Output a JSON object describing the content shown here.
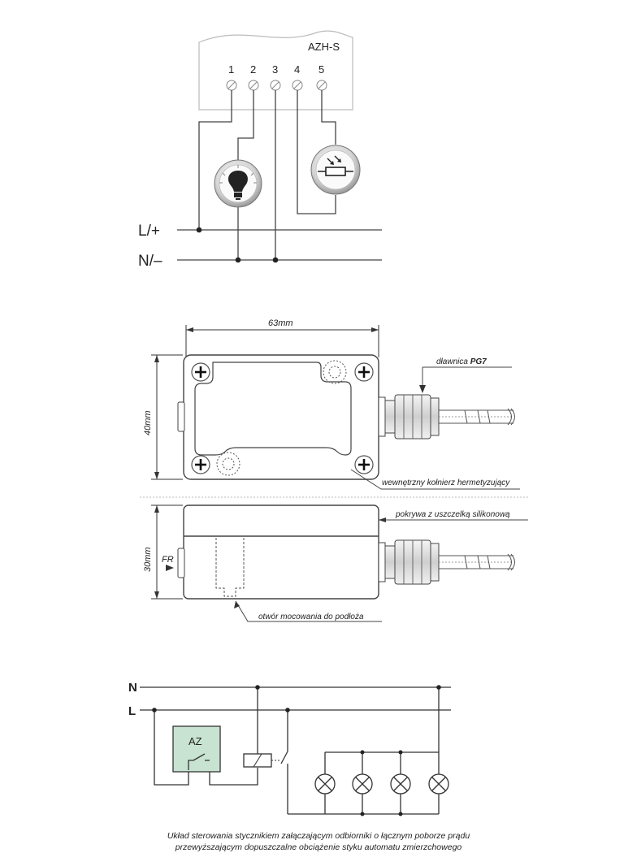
{
  "wiring": {
    "device_label": "AZH-S",
    "terminals": [
      "1",
      "2",
      "3",
      "4",
      "5"
    ],
    "line_plus": "L/+",
    "neutral_minus": "N/–",
    "load_icon": "lightbulb-icon",
    "sensor_icon": "photoresistor-icon"
  },
  "dimensions": {
    "width": "63mm",
    "height": "40mm",
    "depth": "30mm",
    "gland_label": "dławnica ",
    "gland_type": "PG7",
    "seal_label": "wewnętrzny kołnierz hermetyzujący",
    "cover_label": "pokrywa z uszczelką silikonową",
    "fr_label": "FR",
    "mount_hole_label": "otwór mocowania do podłoża"
  },
  "control_circuit": {
    "n_label": "N",
    "l_label": "L",
    "az_label": "AZ",
    "lamp_count": 4
  },
  "caption": {
    "line1": "Układ sterowania stycznikiem załączającym odbiorniki o łącznym poborze prądu",
    "line2": "przewyższającym dopuszczalne obciążenie styku automatu zmierzchowego"
  }
}
